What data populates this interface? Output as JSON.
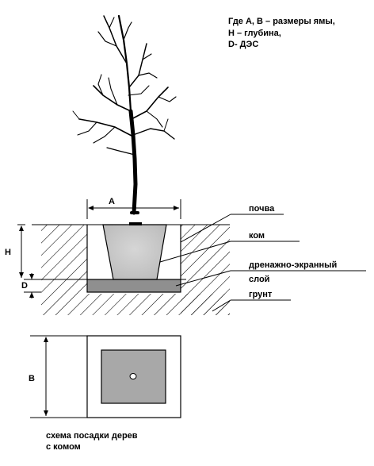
{
  "legend": {
    "line1": "Где А, В – размеры ямы,",
    "line2": "Н – глубина,",
    "line3": "D- ДЭС"
  },
  "dimensions": {
    "a": "А",
    "h": "Н",
    "d": "D",
    "b": "В"
  },
  "callouts": {
    "soil": "почва",
    "root_ball": "ком",
    "drainage_1": "дренажно-экранный",
    "drainage_2": "слой",
    "ground": "грунт"
  },
  "caption": {
    "line1": "схема посадки дерев",
    "line2": "с комом"
  }
}
